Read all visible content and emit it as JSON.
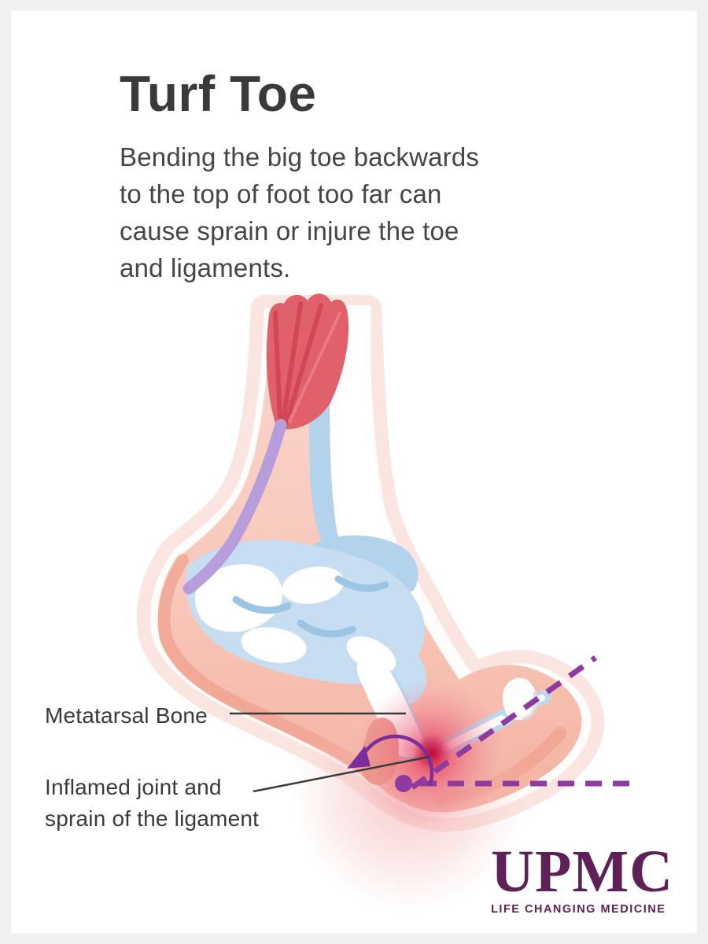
{
  "infographic": {
    "title": "Turf Toe",
    "description_lines": [
      "Bending the big toe backwards",
      "to the top of foot too far can",
      "cause sprain or injure the toe",
      "and ligaments."
    ],
    "labels": {
      "metatarsal": "Metatarsal Bone",
      "inflamed_lines": [
        "Inflamed joint and",
        "sprain of the ligament"
      ]
    },
    "illustration_parts": [
      "leg-and-foot-silhouette",
      "calf-muscle",
      "achilles-tendon",
      "tibia-bone",
      "tarsal-bones",
      "metatarsal-bone",
      "toe-phalanges",
      "toenail",
      "inflamed-joint-glow",
      "bend-angle-dashed-lines",
      "rotation-arrow",
      "angle-vertex-dot"
    ],
    "brand": {
      "name": "UPMC",
      "tagline": "LIFE CHANGING MEDICINE"
    }
  },
  "colors": {
    "background_frame": "#f0f0ee",
    "card": "#ffffff",
    "title_text": "#3a3a38",
    "body_text": "#454543",
    "skin": "#f8cdc1",
    "skin_deep": "#f4b2a1",
    "skin_shadow": "#f0a28f",
    "halo": "#fbe5e0",
    "bone": "#c7def2",
    "bone_shadow": "#9cc4e3",
    "muscle": "#e0606c",
    "tendon": "#b79dd9",
    "inflammation": "#e32a52",
    "annotation_purple": "#8e3a9e",
    "leader": "#3a3a38",
    "brand": "#5d2157"
  }
}
